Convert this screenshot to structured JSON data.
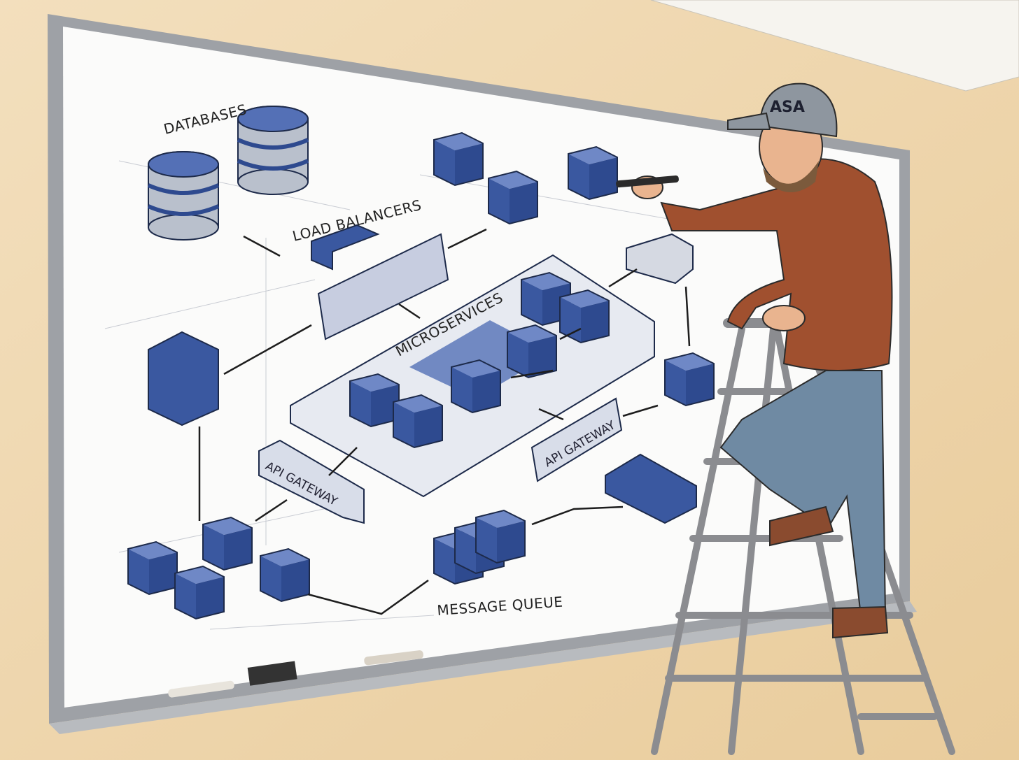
{
  "labels": {
    "databases": "DATABASES",
    "load_balancers": "LOAD BALANCERS",
    "microservices": "MICROSERVICES",
    "api_gateway_left": "API GATEWAY",
    "api_gateway_right": "API GATEWAY",
    "message_queue": "MESSAGE QUEUE"
  },
  "cap_logo": "ASA",
  "colors": {
    "wall": "#f1dcb8",
    "board": "#fbfbfa",
    "cube_blue": "#3f5ea6",
    "hoodie": "#a0502f",
    "jeans": "#6f8aa3"
  }
}
